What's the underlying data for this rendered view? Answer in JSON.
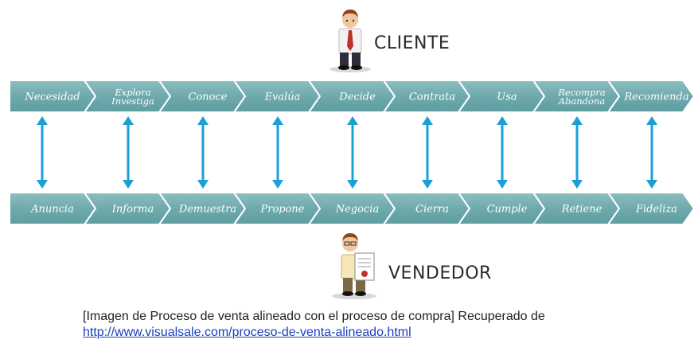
{
  "cliente": {
    "label": "CLIENTE",
    "stages": [
      [
        "Necesidad"
      ],
      [
        "Explora",
        "Investiga"
      ],
      [
        "Conoce"
      ],
      [
        "Evalúa"
      ],
      [
        "Decide"
      ],
      [
        "Contrata"
      ],
      [
        "Usa"
      ],
      [
        "Recompra",
        "Abandona"
      ],
      [
        "Recomienda"
      ]
    ]
  },
  "vendedor": {
    "label": "VENDEDOR",
    "stages": [
      [
        "Anuncia"
      ],
      [
        "Informa"
      ],
      [
        "Demuestra"
      ],
      [
        "Propone"
      ],
      [
        "Negocia"
      ],
      [
        "Cierra"
      ],
      [
        "Cumple"
      ],
      [
        "Retiene"
      ],
      [
        "Fideliza"
      ]
    ]
  },
  "colors": {
    "chevron_top": "#8cc0c2",
    "chevron_bottom": "#5e9ea1",
    "arrow": "#1a9fd6"
  },
  "caption": {
    "text": "[Imagen de Proceso de venta alineado con el proceso de compra] Recuperado de",
    "link": "http://www.visualsale.com/proceso-de-venta-alineado.html"
  }
}
